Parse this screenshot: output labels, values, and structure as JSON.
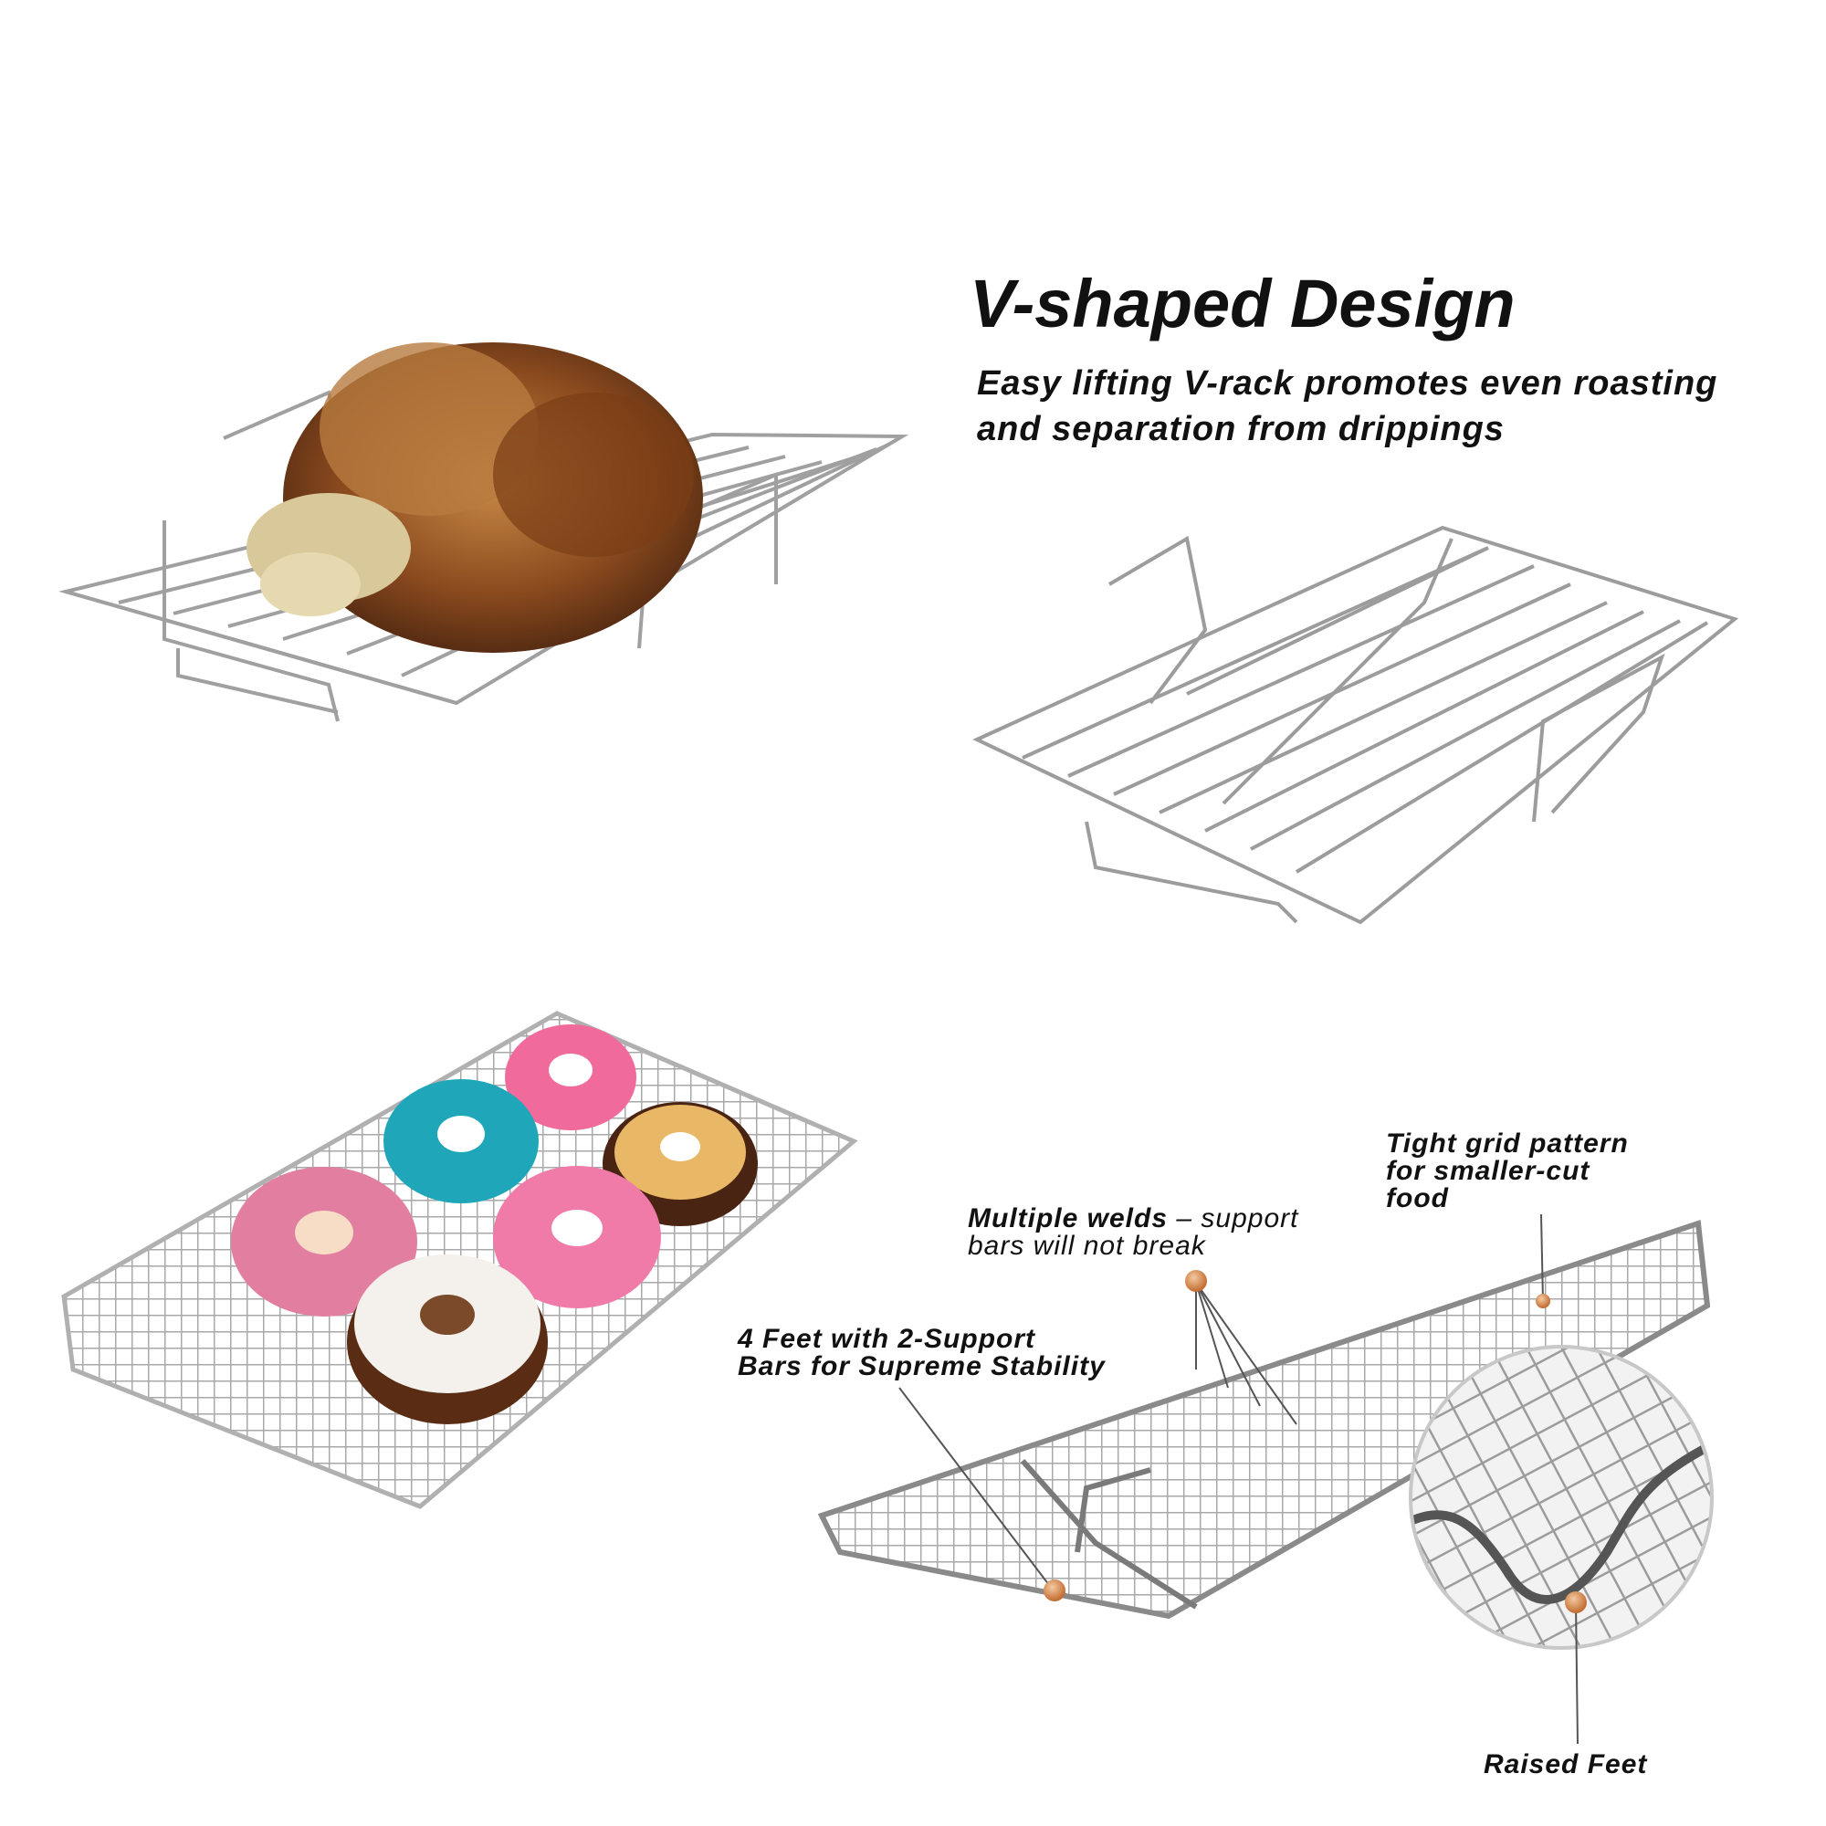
{
  "headline": {
    "title": "V-shaped Design",
    "subtitle_line1": "Easy lifting V-rack promotes even roasting",
    "subtitle_line2": "and separation from drippings"
  },
  "callouts": {
    "grid_line1": "Tight grid pattern",
    "grid_line2": "for smaller-cut",
    "grid_line3": "food",
    "welds_bold": "Multiple welds",
    "welds_rest1": " – support",
    "welds_line2": "bars will not break",
    "feet_line1": "4 Feet with 2-Support",
    "feet_line2": "Bars for Supreme Stability",
    "raised": "Raised Feet"
  },
  "colors": {
    "text": "#111111",
    "marker": "#d9884a",
    "steel": "#9a9a9a"
  }
}
